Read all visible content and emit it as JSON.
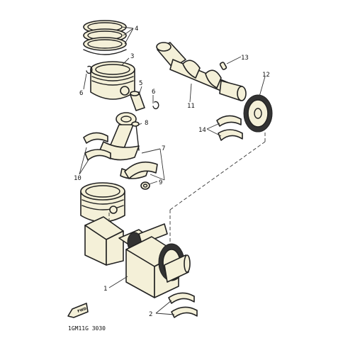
{
  "callouts": {
    "c1": "1",
    "c2": "2",
    "c3": "3",
    "c4": "4",
    "c5": "5",
    "c6a": "6",
    "c6b": "6",
    "c7": "7",
    "c8": "8",
    "c9": "9",
    "c10": "10",
    "c11": "11",
    "c12": "12",
    "c13": "13",
    "c14": "14"
  },
  "fwd_label": "FWD",
  "diagram_code": "1GM11G 3030"
}
